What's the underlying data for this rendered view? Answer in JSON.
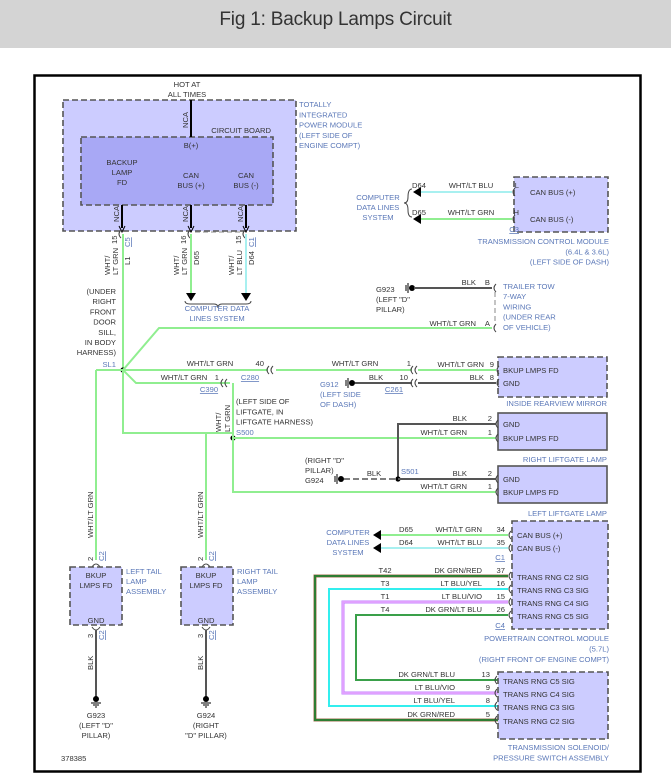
{
  "page": {
    "title": "Fig 1: Backup Lamps Circuit"
  },
  "colors": {
    "module_fill": "#ccccff",
    "board_fill": "#a8a8f5",
    "wht_lt_grn": "#90ee90",
    "wht_lt_blu": "#a8f0f0",
    "blk": "#555555",
    "dk_grn_red": "#2e7d32",
    "lt_blu_yel": "#33eeee",
    "lt_blu_vio": "#e0a0ff",
    "dk_grn_lt_blu": "#3aa04a",
    "label_blue": "#5b78b8",
    "frame": "#000000"
  },
  "diagram": {
    "figure_id": "378385",
    "power": {
      "label_line1": "HOT AT",
      "label_line2": "ALL TIMES",
      "wire": "NCA"
    },
    "tipm": {
      "name_lines": [
        "TOTALLY",
        "INTEGRATED",
        "POWER MODULE",
        "(LEFT SIDE OF",
        "ENGINE COMPT)"
      ],
      "circuit_board": "CIRCUIT BOARD",
      "b_plus": "B(+)",
      "pins": [
        {
          "lines": [
            "BACKUP",
            "LAMP",
            "FD"
          ],
          "wire": "NCA",
          "cavity": "15",
          "connector": "C5",
          "color_lines": [
            "WHT/",
            "LT GRN"
          ],
          "circuit": "L1"
        },
        {
          "lines": [
            "CAN",
            "BUS (+)"
          ],
          "wire": "NCA",
          "cavity": "16",
          "connector": "",
          "color_lines": [
            "WHT/",
            "LT GRN"
          ],
          "circuit": "D65"
        },
        {
          "lines": [
            "CAN",
            "BUS (-)"
          ],
          "wire": "NCA",
          "cavity": "15",
          "connector": "C1",
          "color_lines": [
            "WHT/",
            "LT BLU"
          ],
          "circuit": "D64"
        }
      ],
      "cdl_label_lines": [
        "COMPUTER DATA",
        "LINES SYSTEM"
      ]
    },
    "splice_sl1": {
      "location_lines": [
        "(UNDER",
        "RIGHT",
        "FRONT",
        "DOOR",
        "SILL,",
        "IN BODY",
        "HARNESS)"
      ],
      "name": "SL1"
    },
    "tcm": {
      "cdl_lines": [
        "COMPUTER",
        "DATA LINES",
        "SYSTEM"
      ],
      "pins": [
        {
          "circuit": "D64",
          "color": "WHT/LT BLU",
          "cavity": "L",
          "label": "CAN BUS (+)"
        },
        {
          "circuit": "D65",
          "color": "WHT/LT GRN",
          "cavity": "H",
          "label": "CAN BUS (-)"
        }
      ],
      "connector": "C3",
      "name_lines": [
        "TRANSMISSION CONTROL MODULE",
        "(6.4L & 3.6L)",
        "(LEFT SIDE OF DASH)"
      ]
    },
    "trailer_tow": {
      "ground": "G923",
      "ground_loc_lines": [
        "(LEFT \"D\"",
        "PILLAR)"
      ],
      "pins": [
        {
          "color": "BLK",
          "cavity": "B"
        },
        {
          "color": "WHT/LT GRN",
          "cavity": "A"
        }
      ],
      "name_lines": [
        "TRAILER TOW",
        "7-WAY",
        "WIRING",
        "(UNDER REAR",
        "OF VEHICLE)"
      ]
    },
    "c280": {
      "color_left": "WHT/LT GRN",
      "cavity_left": "40",
      "name": "C280",
      "color_right": "WHT/LT GRN",
      "cavity_right": "1"
    },
    "c390": {
      "color": "WHT/LT GRN",
      "cavity": "1",
      "name": "C390"
    },
    "g912": {
      "name": "G912",
      "loc_lines": [
        "(LEFT SIDE",
        "OF DASH)"
      ],
      "color": "BLK",
      "cavity": "10",
      "connector": "C261"
    },
    "liftgate_harness": {
      "color_lines": [
        "WHT/",
        "LT GRN"
      ],
      "loc_lines": [
        "(LEFT SIDE OF",
        "LIFTGATE, IN",
        "LIFTGATE HARNESS)"
      ],
      "splice": "S500"
    },
    "mirror": {
      "pins": [
        {
          "color": "WHT/LT GRN",
          "cavity": "9",
          "label": "BKUP LMPS FD"
        },
        {
          "color": "BLK",
          "cavity": "8",
          "label": "GND"
        }
      ],
      "name": "INSIDE REARVIEW MIRROR"
    },
    "right_liftgate_lamp": {
      "pins": [
        {
          "color": "BLK",
          "cavity": "2",
          "label": "GND"
        },
        {
          "color": "WHT/LT GRN",
          "cavity": "1",
          "label": "BKUP LMPS FD"
        }
      ],
      "name": "RIGHT LIFTGATE LAMP"
    },
    "left_liftgate_lamp": {
      "ground_loc_lines": [
        "(RIGHT \"D\"",
        "PILLAR)"
      ],
      "ground": "G924",
      "ground_wire": "BLK",
      "splice": "S501",
      "pins": [
        {
          "color": "BLK",
          "cavity": "2",
          "label": "GND"
        },
        {
          "color": "WHT/LT GRN",
          "cavity": "1",
          "label": "BKUP LMPS FD"
        }
      ],
      "name": "LEFT LIFTGATE LAMP"
    },
    "pcm": {
      "cdl_lines": [
        "COMPUTER",
        "DATA LINES",
        "SYSTEM"
      ],
      "can_pins": [
        {
          "circuit": "D65",
          "color": "WHT/LT GRN",
          "cavity": "34",
          "label": "CAN BUS (+)"
        },
        {
          "circuit": "D64",
          "color": "WHT/LT BLU",
          "cavity": "35",
          "label": "CAN BUS (-)"
        }
      ],
      "can_connector": "C1",
      "trs_pins": [
        {
          "circuit": "T42",
          "color": "DK GRN/RED",
          "cavity": "37",
          "label": "TRANS RNG C2 SIG"
        },
        {
          "circuit": "T3",
          "color": "LT BLU/YEL",
          "cavity": "16",
          "label": "TRANS RNG C3 SIG"
        },
        {
          "circuit": "T1",
          "color": "LT BLU/VIO",
          "cavity": "15",
          "label": "TRANS RNG C4 SIG"
        },
        {
          "circuit": "T4",
          "color": "DK GRN/LT BLU",
          "cavity": "26",
          "label": "TRANS RNG C5 SIG"
        }
      ],
      "trs_connector": "C4",
      "name_lines": [
        "POWERTRAIN CONTROL MODULE",
        "(5.7L)",
        "(RIGHT FRONT OF ENGINE COMPT)"
      ]
    },
    "solenoid": {
      "pins": [
        {
          "color": "DK GRN/LT BLU",
          "cavity": "13",
          "label": "TRANS RNG C5 SIG"
        },
        {
          "color": "LT BLU/VIO",
          "cavity": "9",
          "label": "TRANS RNG C4 SIG"
        },
        {
          "color": "LT BLU/YEL",
          "cavity": "8",
          "label": "TRANS RNG C3 SIG"
        },
        {
          "color": "DK GRN/RED",
          "cavity": "5",
          "label": "TRANS RNG C2 SIG"
        }
      ],
      "name_lines": [
        "TRANSMISSION SOLENOID/",
        "PRESSURE SWITCH ASSEMBLY"
      ]
    },
    "left_tail": {
      "wire_color": "WHT/LT GRN",
      "in_cavity": "2",
      "in_connector": "C2",
      "label_lines": [
        "BKUP",
        "LMPS FD"
      ],
      "gnd": "GND",
      "name_lines": [
        "LEFT TAIL",
        "LAMP",
        "ASSEMBLY"
      ],
      "out_cavity": "3",
      "out_connector": "C2",
      "ground_wire": "BLK",
      "ground": "G923",
      "ground_loc_lines": [
        "(LEFT \"D\"",
        "PILLAR)"
      ]
    },
    "right_tail": {
      "wire_color": "WHT/LT GRN",
      "in_cavity": "2",
      "in_connector": "C2",
      "label_lines": [
        "BKUP",
        "LMPS FD"
      ],
      "gnd": "GND",
      "name_lines": [
        "RIGHT TAIL",
        "LAMP",
        "ASSEMBLY"
      ],
      "out_cavity": "3",
      "out_connector": "C2",
      "ground_wire": "BLK",
      "ground": "G924",
      "ground_loc_lines": [
        "(RIGHT",
        "\"D\" PILLAR)"
      ]
    }
  }
}
